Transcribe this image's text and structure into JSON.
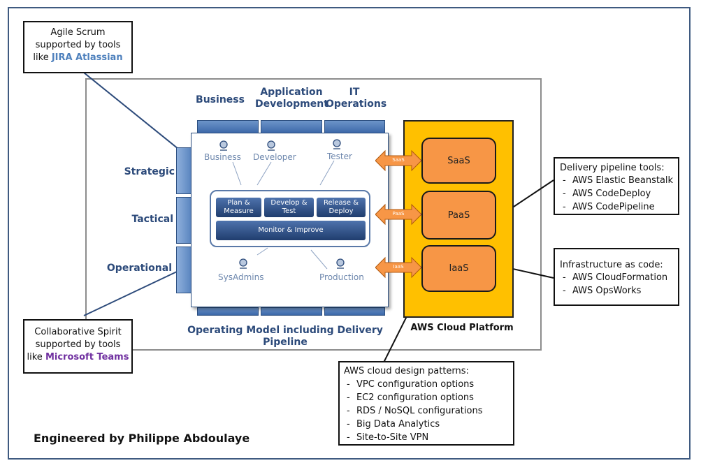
{
  "callouts": {
    "agile": {
      "line1": "Agile Scrum",
      "line2": "supported by tools",
      "prefix": "like ",
      "highlight": "JIRA Atlassian"
    },
    "collab": {
      "line1": "Collaborative Spirit",
      "line2": "supported by tools",
      "prefix": "like ",
      "highlight": "Microsoft Teams"
    },
    "delivery": {
      "title": "Delivery pipeline tools:",
      "items": [
        "AWS Elastic Beanstalk",
        "AWS CodeDeploy",
        "AWS CodePipeline"
      ]
    },
    "infra": {
      "title": "Infrastructure as code:",
      "items": [
        "AWS CloudFormation",
        "AWS OpsWorks"
      ]
    },
    "patterns": {
      "title": "AWS cloud design patterns:",
      "items": [
        "VPC configuration options",
        "EC2 configuration options",
        "RDS / NoSQL configurations",
        "Big Data Analytics",
        "Site-to-Site VPN"
      ]
    }
  },
  "model": {
    "columns": [
      "Business",
      "Application Development",
      "IT Operations"
    ],
    "levels": [
      "Strategic",
      "Tactical",
      "Operational"
    ],
    "roles_top": [
      "Business",
      "Developer",
      "Tester"
    ],
    "roles_bottom": [
      "SysAdmins",
      "Production"
    ],
    "steps": [
      "Plan & Measure",
      "Develop & Test",
      "Release & Deploy"
    ],
    "monitor": "Monitor & Improve",
    "caption": "Operating Model including Delivery Pipeline"
  },
  "aws": {
    "services": [
      "SaaS",
      "PaaS",
      "IaaS"
    ],
    "arrow_labels": [
      "SaaS",
      "PaaS",
      "IaaS"
    ],
    "caption": "AWS Cloud Platform"
  },
  "footer": {
    "credit": "Engineered by Philippe Abdoulaye"
  },
  "colors": {
    "frame": "#3f5a80",
    "aws": "#ffc000",
    "service": "#f79646",
    "button": "#203d6e",
    "link_blue": "#4f81bd",
    "link_purple": "#7030a0"
  }
}
